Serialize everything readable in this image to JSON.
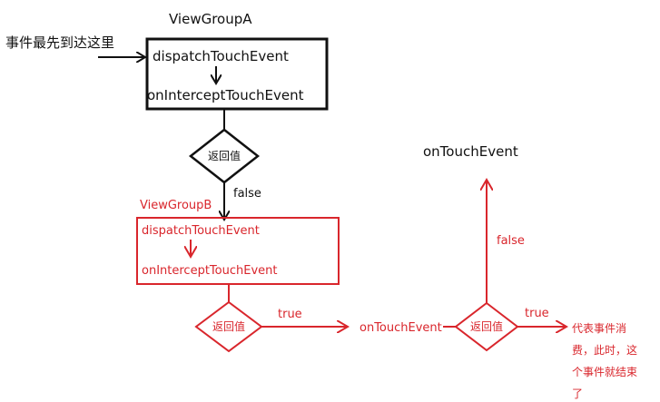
{
  "colors": {
    "black": "#111111",
    "red": "#d9262c"
  },
  "viewgroup_a": {
    "title": "ViewGroupA",
    "entry_label": "事件最先到达这里",
    "dispatch": "dispatchTouchEvent",
    "intercept": "onInterceptTouchEvent",
    "decision": "返回值",
    "false_label": "false"
  },
  "viewgroup_b": {
    "title": "ViewGroupB",
    "dispatch": "dispatchTouchEvent",
    "intercept": "onInterceptTouchEvent",
    "decision": "返回值",
    "true_label": "true",
    "on_touch_event": "onTouchEvent"
  },
  "outcome": {
    "decision": "返回值",
    "true_label": "true",
    "false_label": "false",
    "on_touch_event_top": "onTouchEvent",
    "consumed_lines": [
      "代表事件消",
      "费，此时，这",
      "个事件就结束",
      "了"
    ]
  }
}
